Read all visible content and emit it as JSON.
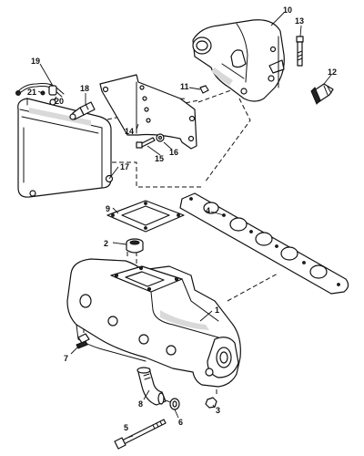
{
  "callouts": {
    "c1": "1",
    "c2": "2",
    "c3": "3",
    "c4": "4",
    "c5": "5",
    "c6": "6",
    "c7": "7",
    "c8": "8",
    "c9": "9",
    "c10": "10",
    "c11": "11",
    "c12": "12",
    "c13": "13",
    "c14": "14",
    "c15": "15",
    "c16": "16",
    "c17": "17",
    "c18": "18",
    "c19": "19",
    "c20": "20",
    "c21": "21"
  },
  "colors": {
    "ink": "#111111",
    "paper": "#ffffff",
    "shade": "#d9d9d9"
  }
}
